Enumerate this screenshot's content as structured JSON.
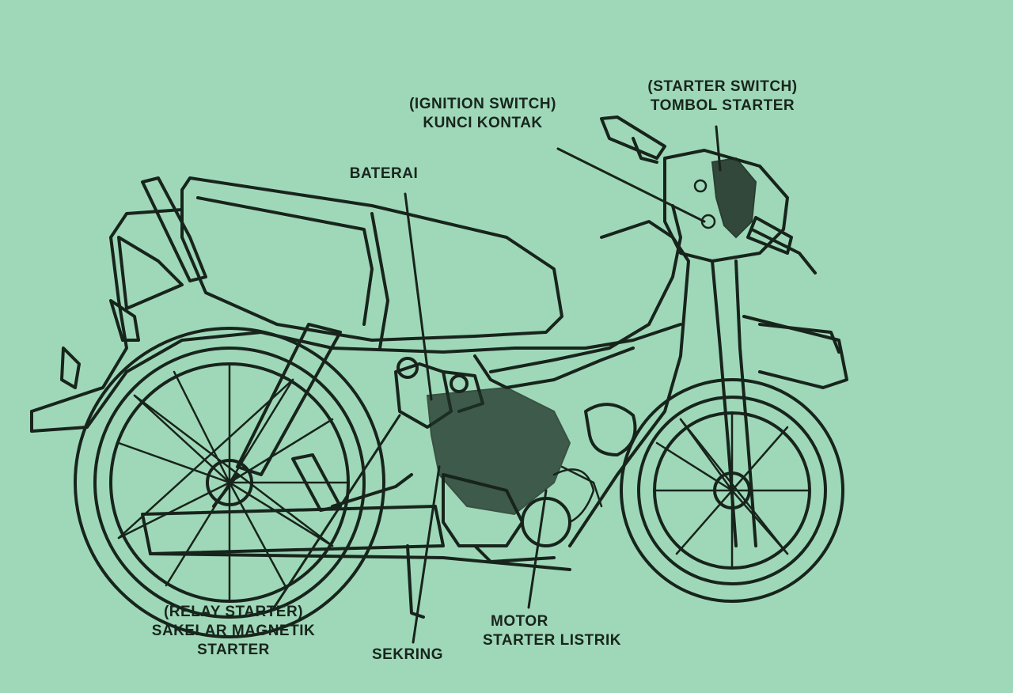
{
  "colors": {
    "background": "#9fd8b8",
    "ink": "#17241c"
  },
  "labels": {
    "starter_switch": {
      "en": "(STARTER SWITCH)",
      "id": "TOMBOL STARTER"
    },
    "ignition_switch": {
      "en": "(IGNITION SWITCH)",
      "id": "KUNCI KONTAK"
    },
    "baterai": "BATERAI",
    "relay_starter": {
      "en": "(RELAY STARTER)",
      "id_line1": "SAKELAR MAGNETIK",
      "id_line2": "STARTER"
    },
    "sekring": "SEKRING",
    "motor_starter": {
      "line1": "MOTOR",
      "line2": "STARTER LISTRIK"
    }
  }
}
